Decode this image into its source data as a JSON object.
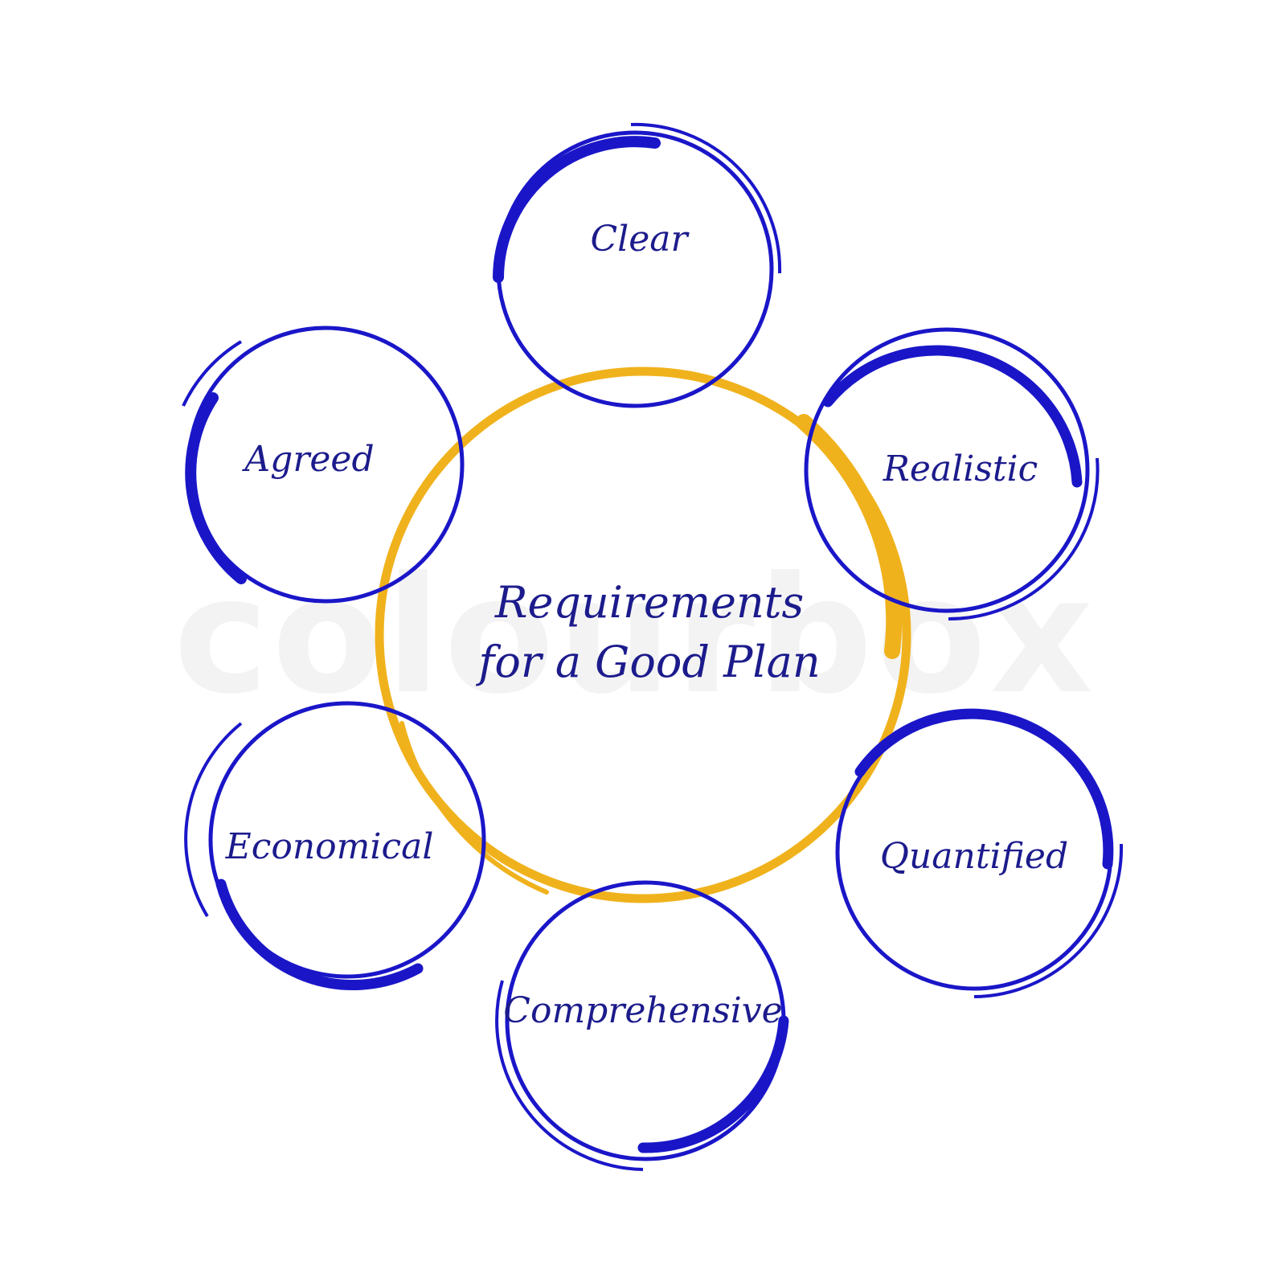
{
  "watermark": "colourbox",
  "center": {
    "line1": "Requirements",
    "line2": "for a Good Plan"
  },
  "nodes": [
    {
      "id": "clear",
      "label": "Clear"
    },
    {
      "id": "realistic",
      "label": "Realistic"
    },
    {
      "id": "quantified",
      "label": "Quantified"
    },
    {
      "id": "comprehensive",
      "label": "Comprehensive"
    },
    {
      "id": "economical",
      "label": "Economical"
    },
    {
      "id": "agreed",
      "label": "Agreed"
    }
  ],
  "colors": {
    "node_stroke": "#1a16c8",
    "center_stroke": "#f0b21c",
    "text": "#1c1b8c",
    "background": "#ffffff"
  }
}
